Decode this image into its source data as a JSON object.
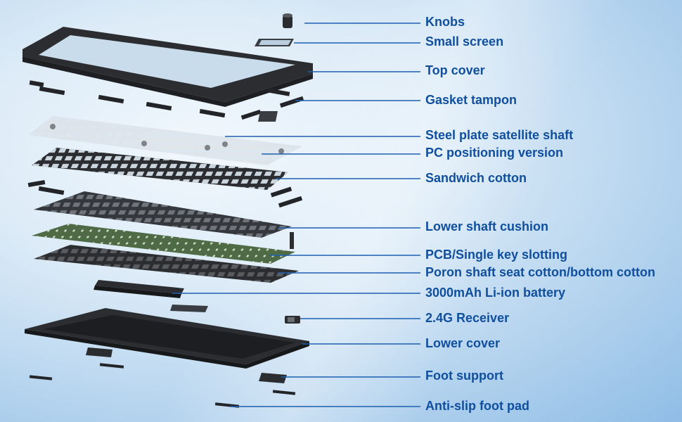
{
  "diagram": {
    "labels": [
      {
        "id": "knobs",
        "text": "Knobs"
      },
      {
        "id": "small-screen",
        "text": "Small screen"
      },
      {
        "id": "top-cover",
        "text": "Top cover"
      },
      {
        "id": "gasket-tampon",
        "text": "Gasket tampon"
      },
      {
        "id": "steel-plate",
        "text": "Steel plate satellite shaft"
      },
      {
        "id": "pc-positioning",
        "text": "PC positioning version"
      },
      {
        "id": "sandwich-cotton",
        "text": "Sandwich cotton"
      },
      {
        "id": "lower-shaft-cushion",
        "text": "Lower shaft cushion"
      },
      {
        "id": "pcb",
        "text": "PCB/Single key slotting"
      },
      {
        "id": "poron",
        "text": "Poron shaft seat cotton/bottom cotton"
      },
      {
        "id": "battery",
        "text": "3000mAh Li-ion battery"
      },
      {
        "id": "receiver",
        "text": "2.4G Receiver"
      },
      {
        "id": "lower-cover",
        "text": "Lower cover"
      },
      {
        "id": "foot-support",
        "text": "Foot support"
      },
      {
        "id": "anti-slip",
        "text": "Anti-slip foot pad"
      }
    ],
    "colors": {
      "label_text": "#0f4f9e",
      "leader_line": "#1d5fb0",
      "dark_part": "#2b2d30",
      "pcb_green": "#4e6b45",
      "steel_plate": "#cfd6dc"
    }
  }
}
